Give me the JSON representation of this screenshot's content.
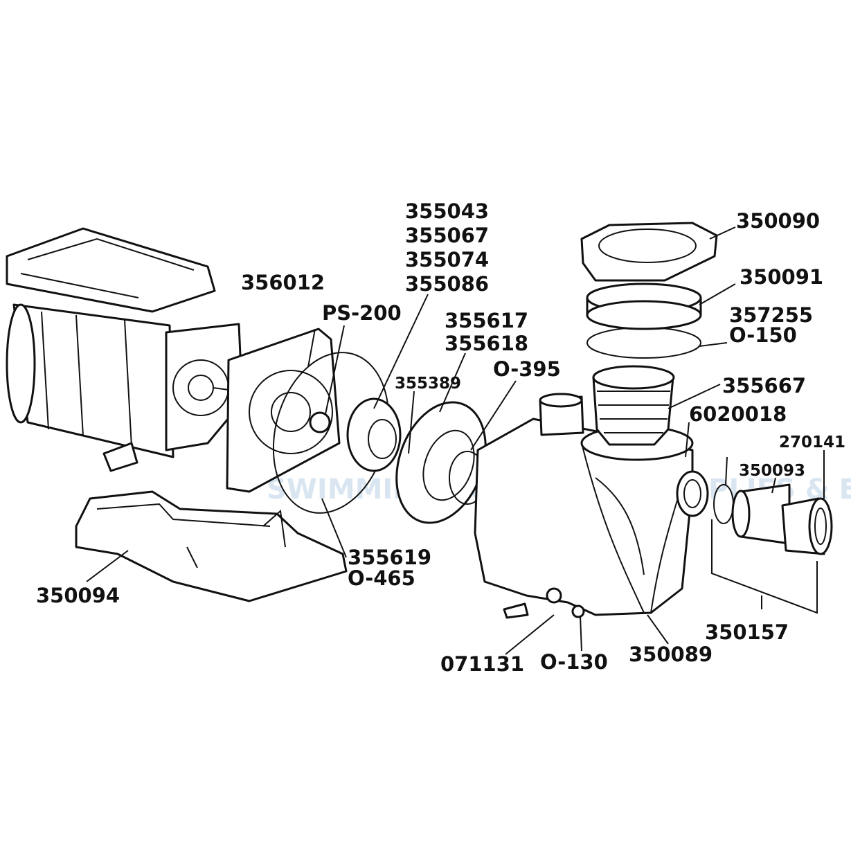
{
  "watermark": {
    "brand": "SWIMMING POOL & SPA SUPPLIES & EQUIPMENT"
  },
  "labels": {
    "l_350090": "350090",
    "l_350091": "350091",
    "l_357255": "357255",
    "l_o150": "O-150",
    "l_355667": "355667",
    "l_6020018": "6020018",
    "l_270141": "270141",
    "l_350093": "350093",
    "l_355043": "355043",
    "l_355067": "355067",
    "l_355074": "355074",
    "l_355086": "355086",
    "l_356012": "356012",
    "l_ps200": "PS-200",
    "l_355617": "355617",
    "l_355618": "355618",
    "l_o395": "O-395",
    "l_355389": "355389",
    "l_355619": "355619",
    "l_o465": "O-465",
    "l_350094": "350094",
    "l_350157": "350157",
    "l_071131": "071131",
    "l_o130": "O-130",
    "l_350089": "350089"
  },
  "colors": {
    "line": "#111111",
    "background": "#ffffff",
    "watermark": "#d9e6f2"
  }
}
